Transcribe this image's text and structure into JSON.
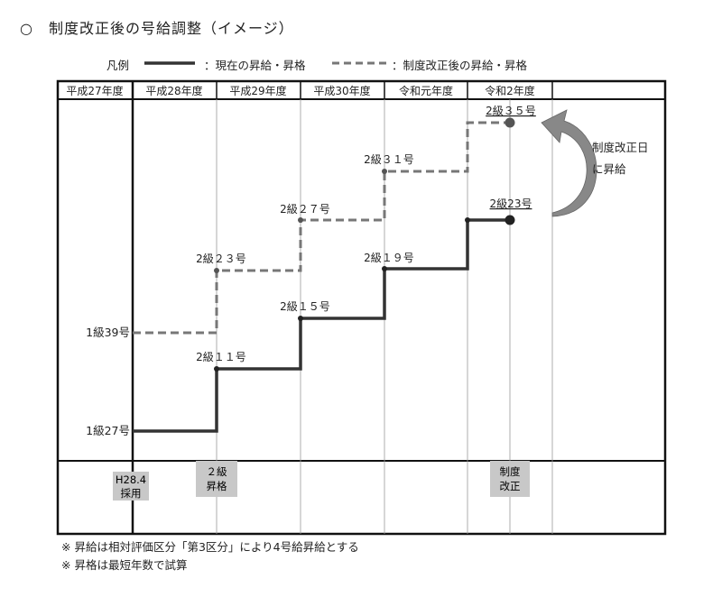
{
  "title": "○　制度改正後の号給調整（イメージ）",
  "legend": {
    "label": "凡例",
    "current": "：現在の昇給・昇格",
    "revised": "：制度改正後の昇給・昇格"
  },
  "years": [
    "平成27年度",
    "平成28年度",
    "平成29年度",
    "平成30年度",
    "令和元年度",
    "令和2年度"
  ],
  "y_labels": [
    "1級39号",
    "1級27号"
  ],
  "current_points": [
    "2級１１号",
    "2級１５号",
    "2級１９号",
    "2級23号"
  ],
  "revised_points": [
    "2級２３号",
    "2級２７号",
    "2級３１号",
    "2級３５号"
  ],
  "arrow_note": [
    "制度改正日",
    "に昇給"
  ],
  "events": [
    {
      "lines": [
        "H28.4",
        "採用"
      ]
    },
    {
      "lines": [
        "２級",
        "昇格"
      ]
    },
    {
      "lines": [
        "制度",
        "改正"
      ]
    }
  ],
  "notes": [
    "※ 昇給は相対評価区分「第3区分」により4号給昇給とする",
    "※ 昇格は最短年数で試算"
  ],
  "colors": {
    "current_line": "#333333",
    "revised_line": "#777777",
    "event_box": "#c8c8c8",
    "arrow": "#888888",
    "point": "#555555"
  }
}
